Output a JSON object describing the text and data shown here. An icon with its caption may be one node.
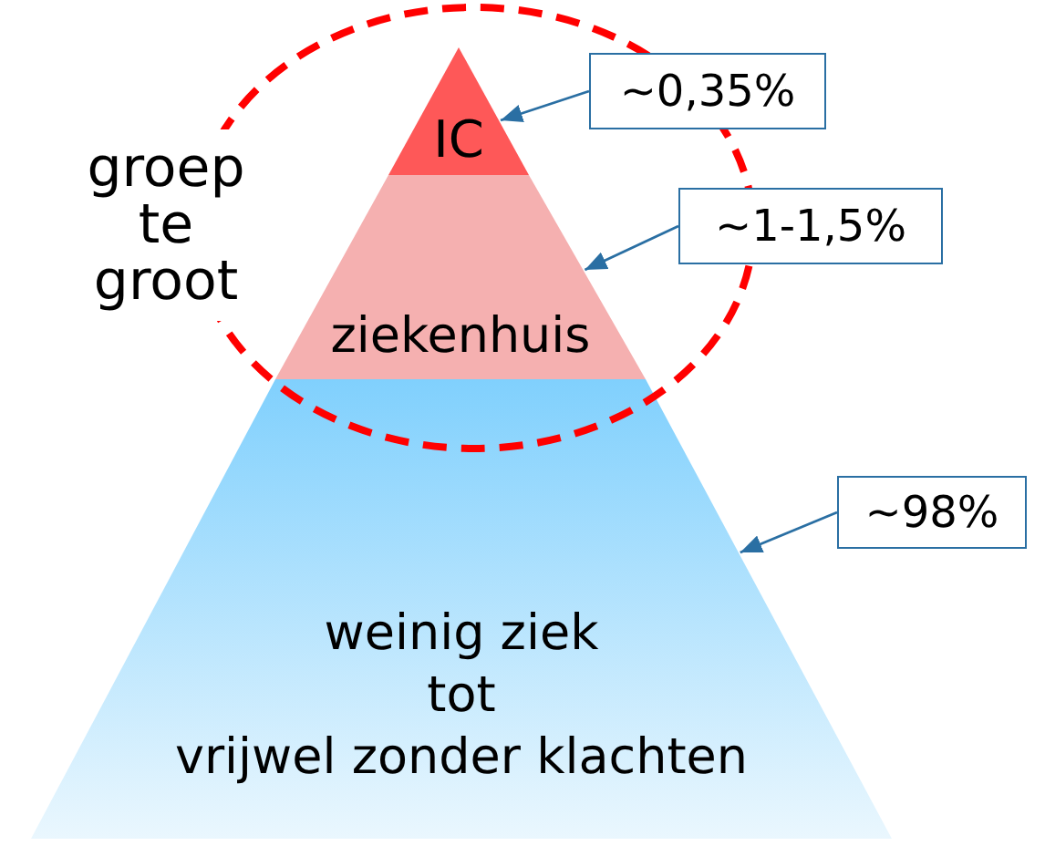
{
  "diagram": {
    "nodes": [
      {
        "text": [
          "groep te groot"
        ]
      },
      {
        "text": [
          "IC"
        ],
        "in": 0
      },
      {
        "text": [
          "~0,35%"
        ]
      },
      {
        "text": [
          "~1-1,5%"
        ]
      },
      {
        "text": [
          "ziekenhuis"
        ],
        "in": 0
      },
      {
        "text": [
          "~98%"
        ]
      },
      {
        "text": [
          "weinig ziek tot vrijwel zonder klachten"
        ]
      }
    ],
    "edges": [
      {
        "from": 2,
        "to": 1,
        "arrow": "to"
      },
      {
        "from": 3,
        "to": 4,
        "arrow": "to"
      },
      {
        "from": 5,
        "to": 6,
        "arrow": "to"
      }
    ]
  }
}
